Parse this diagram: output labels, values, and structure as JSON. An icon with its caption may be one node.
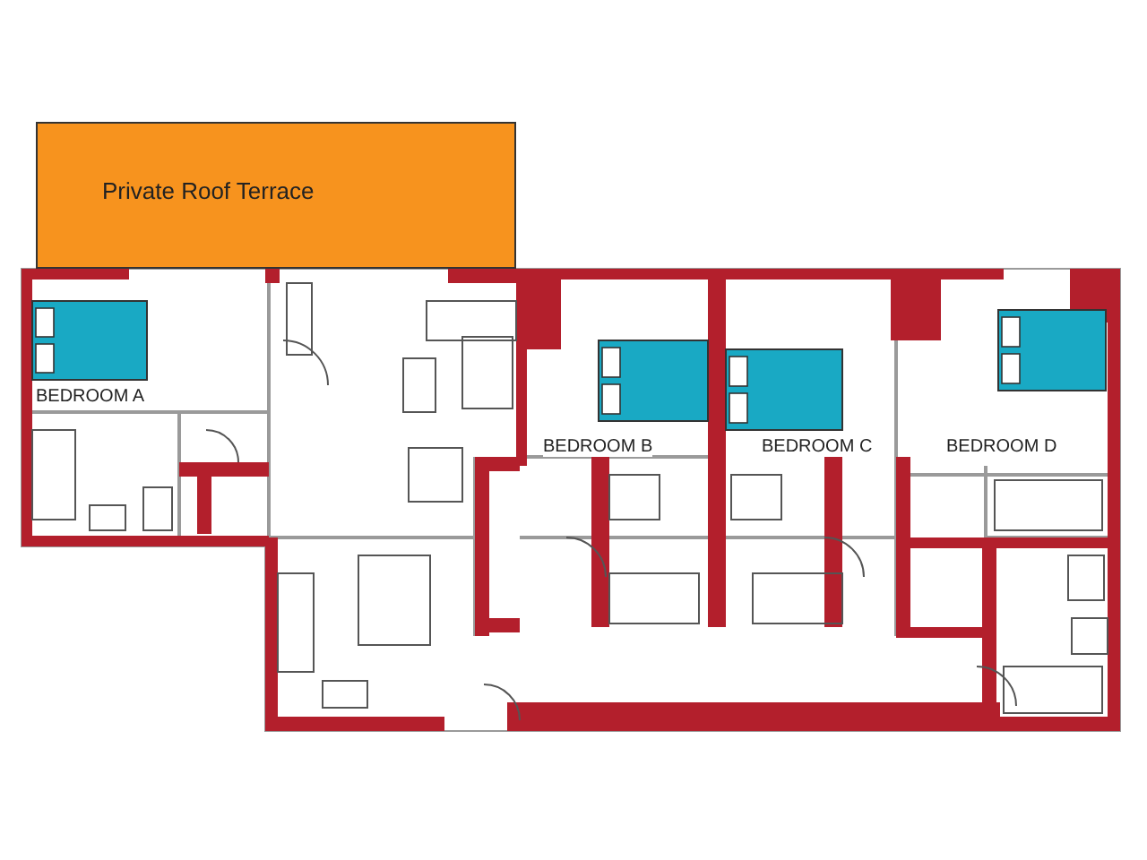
{
  "diagram": {
    "nodes": [
      {
        "text": [
          "Private Roof Terrace"
        ]
      },
      {
        "text": [
          "BEDROOM A"
        ]
      },
      {
        "text": [
          "BEDROOM B"
        ]
      },
      {
        "text": [
          "BEDROOM C"
        ]
      },
      {
        "text": [
          "BEDROOM D"
        ]
      }
    ]
  }
}
